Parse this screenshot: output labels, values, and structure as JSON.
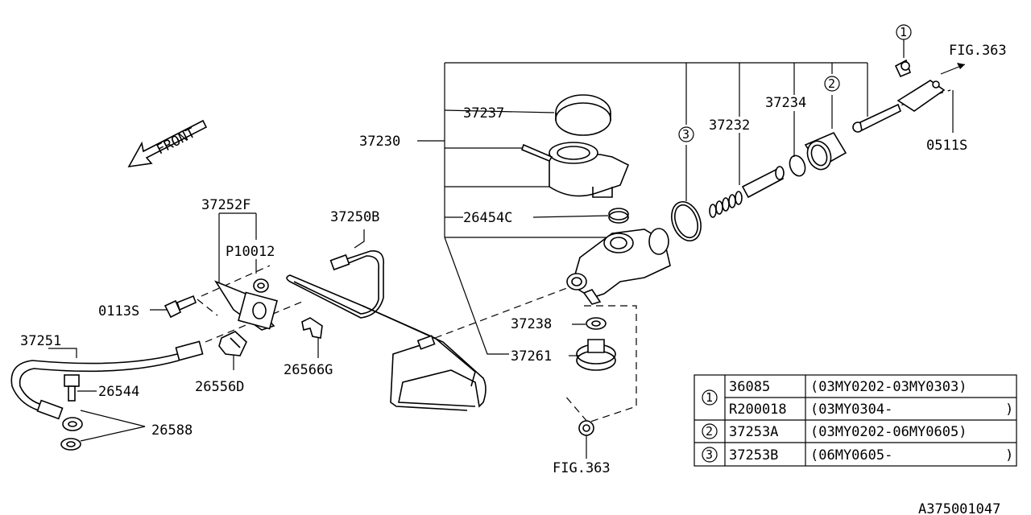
{
  "front_label": "FRONT",
  "figure_refs": {
    "top_right": "FIG.363",
    "bottom": "FIG.363"
  },
  "callouts": {
    "c37237": "37237",
    "c37230": "37230",
    "c26454C": "26454C",
    "c37232": "37232",
    "c37234": "37234",
    "c0511S": "0511S",
    "c37252F": "37252F",
    "cP10012": "P10012",
    "c37250B": "37250B",
    "c0113S": "0113S",
    "c37251": "37251",
    "c26544": "26544",
    "c26556D": "26556D",
    "c26566G": "26566G",
    "c26588": "26588",
    "c37238": "37238",
    "c37261": "37261"
  },
  "markers": {
    "m1": "1",
    "m2": "2",
    "m3": "3"
  },
  "table": {
    "rows": [
      {
        "marker": "1",
        "part": "36085",
        "range": "(03MY0202-03MY0303)"
      },
      {
        "marker": "",
        "part": "R200018",
        "range": "(03MY0304-"
      },
      {
        "marker": "2",
        "part": "37253A",
        "range": "(03MY0202-06MY0605)"
      },
      {
        "marker": "3",
        "part": "37253B",
        "range": "(06MY0605-"
      }
    ],
    "close_paren": ")"
  },
  "drawing_id": "A375001047"
}
